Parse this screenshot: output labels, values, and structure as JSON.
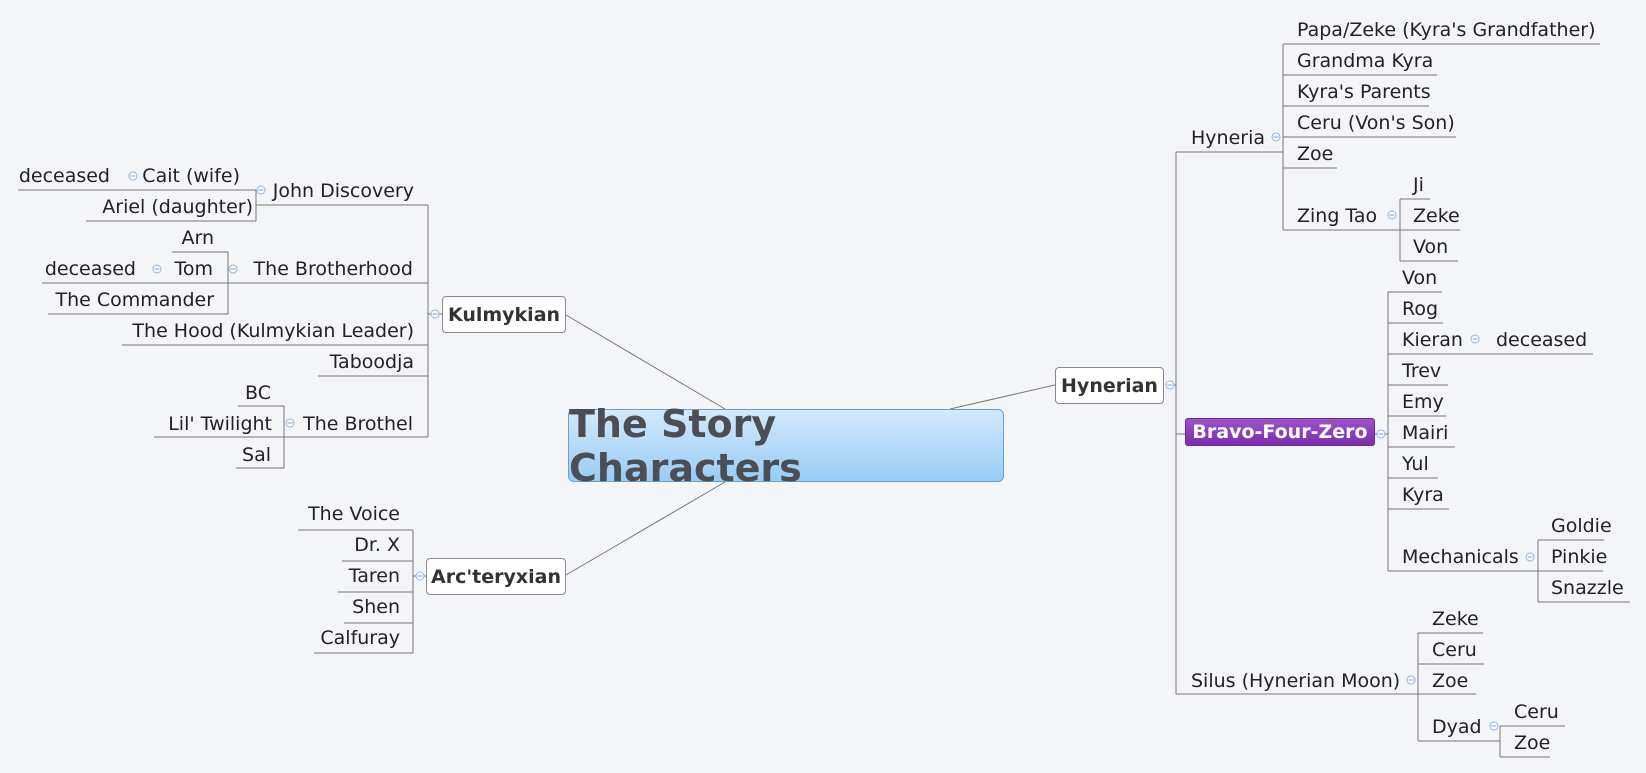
{
  "central": "The Story Characters",
  "kulmykian": {
    "label": "Kulmykian",
    "john_discovery": "John Discovery",
    "cait": "Cait (wife)",
    "cait_note": "deceased",
    "ariel": "Ariel (daughter)",
    "brotherhood": "The  Brotherhood",
    "arn": "Arn",
    "tom": "Tom",
    "tom_note": "deceased",
    "commander": "The Commander",
    "hood": "The Hood (Kulmykian Leader)",
    "taboodja": "Taboodja",
    "brothel": "The Brothel",
    "bc": "BC",
    "twilight": "Lil' Twilight",
    "sal": "Sal"
  },
  "arcteryxian": {
    "label": "Arc'teryxian",
    "items": [
      "The Voice",
      "Dr. X",
      "Taren",
      "Shen",
      "Calfuray"
    ]
  },
  "hynerian": {
    "label": "Hynerian",
    "hyneria": {
      "label": "Hyneria",
      "items": [
        "Papa/Zeke (Kyra's Grandfather)",
        "Grandma Kyra",
        "Kyra's Parents",
        "Ceru (Von's Son)",
        "Zoe"
      ],
      "zing_tao": "Zing Tao",
      "zing_items": [
        "Ji",
        "Zeke",
        "Von"
      ]
    },
    "bravo": {
      "label": "Bravo-Four-Zero",
      "items": [
        "Von",
        "Rog",
        "Kieran",
        "Trev",
        "Emy",
        "Mairi",
        "Yul",
        "Kyra"
      ],
      "kieran_note": "deceased",
      "mechanicals": "Mechanicals",
      "mech_items": [
        "Goldie",
        "Pinkie",
        "Snazzle"
      ]
    },
    "silus": {
      "label": "Silus (Hynerian Moon)",
      "items": [
        "Zeke",
        "Ceru",
        "Zoe"
      ],
      "dyad": "Dyad",
      "dyad_items": [
        "Ceru",
        "Zoe"
      ]
    }
  }
}
